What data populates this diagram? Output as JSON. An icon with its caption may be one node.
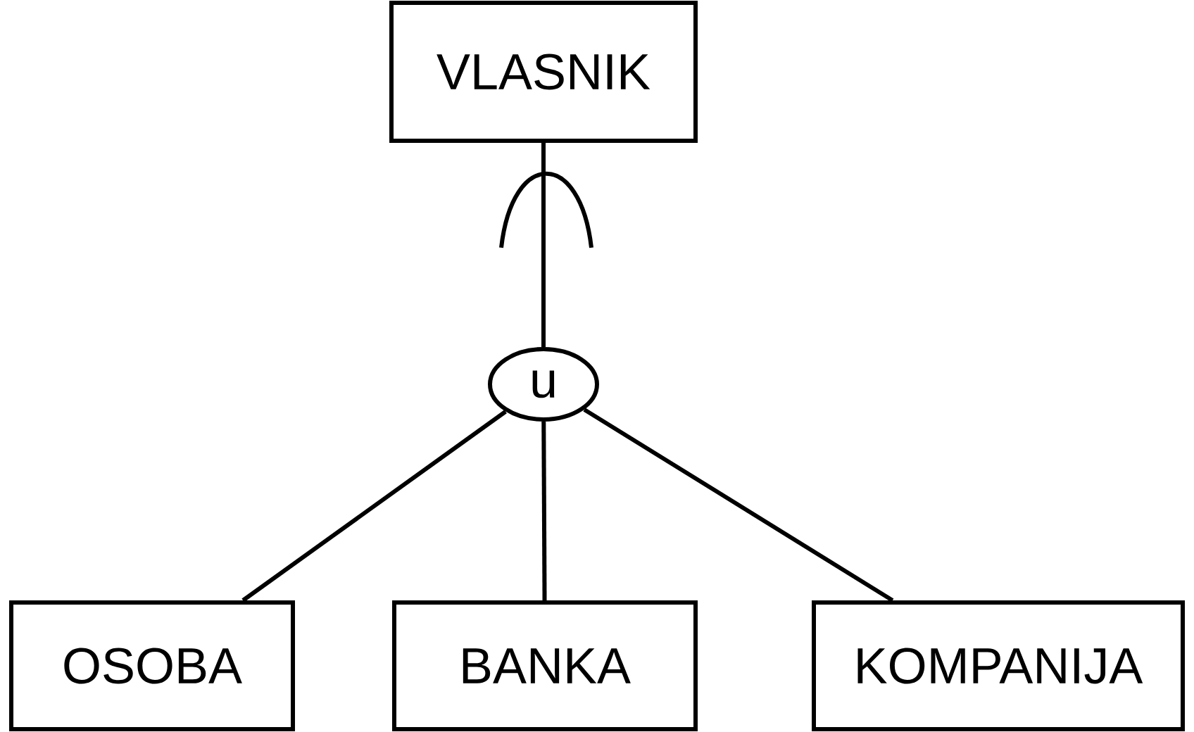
{
  "diagram": {
    "nodes": [
      {
        "text": [
          "VLASNIK"
        ]
      },
      {
        "text": [
          "u"
        ]
      },
      {
        "text": [
          "OSOBA"
        ]
      },
      {
        "text": [
          "BANKA"
        ]
      },
      {
        "text": [
          "KOMPANIJA"
        ]
      }
    ],
    "edges": [
      {
        "from": 1,
        "to": 0,
        "arrow": "other"
      },
      {
        "from": 2,
        "to": 1,
        "arrow": "none"
      },
      {
        "from": 3,
        "to": 1,
        "arrow": "none"
      },
      {
        "from": 4,
        "to": 1,
        "arrow": "none"
      }
    ]
  }
}
